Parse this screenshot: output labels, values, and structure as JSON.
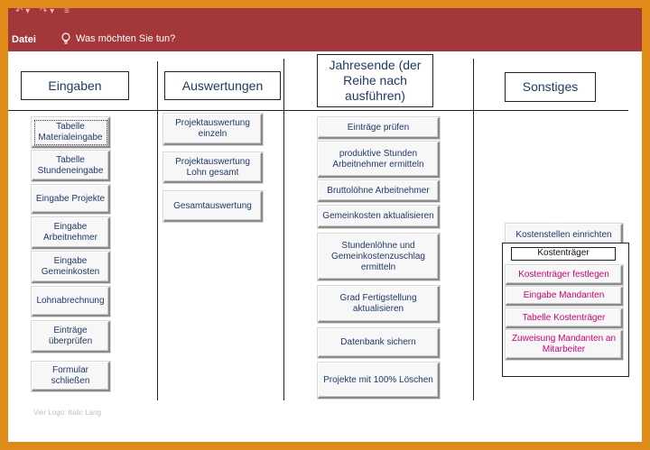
{
  "ribbon": {
    "qat_undo_icon": "undo-icon",
    "qat_redo_icon": "redo-icon",
    "qat_customize_icon": "customize-icon",
    "menu_datei": "Datei",
    "tellme": "Was möchten Sie tun?",
    "bulb_icon": "lightbulb-icon",
    "color": "#a4373a"
  },
  "sections": {
    "eingaben": "Eingaben",
    "auswertungen": "Auswertungen",
    "jahresende": "Jahresende (der Reihe nach ausführen)",
    "sonstiges": "Sonstiges"
  },
  "eingaben_buttons": [
    "Tabelle Materialeingabe",
    "Tabelle Stundeneingabe",
    "Eingabe Projekte",
    "Eingabe Arbeitnehmer",
    "Eingabe Gemeinkosten",
    "Lohnabrechnung",
    "Einträge überprüfen",
    "Formular schließen"
  ],
  "auswertungen_buttons": [
    "Projektauswertung einzeln",
    "Projektauswertung Lohn gesamt",
    "Gesamtauswertung"
  ],
  "jahresende_buttons": [
    "Einträge prüfen",
    "produktive Stunden Arbeitnehmer ermitteln",
    "Bruttolöhne Arbeitnehmer",
    "Gemeinkosten aktualisieren",
    "Stundenlöhne und Gemeinkostenzuschlag ermitteln",
    "Grad Fertigstellung aktualisieren",
    "Datenbank sichern",
    "Projekte mit 100% Löschen"
  ],
  "sonstiges": {
    "kostenstellen_button": "Kostenstellen einrichten",
    "kostentraeger_title": "Kostenträger",
    "kostentraeger_buttons": [
      "Kostenträger festlegen",
      "Eingabe Mandanten",
      "Tabelle Kostenträger",
      "Zuweisung Mandanten an Mitarbeiter"
    ],
    "pink_color": "#d4006f"
  },
  "footer": "Vier Logo: Italic Lang"
}
